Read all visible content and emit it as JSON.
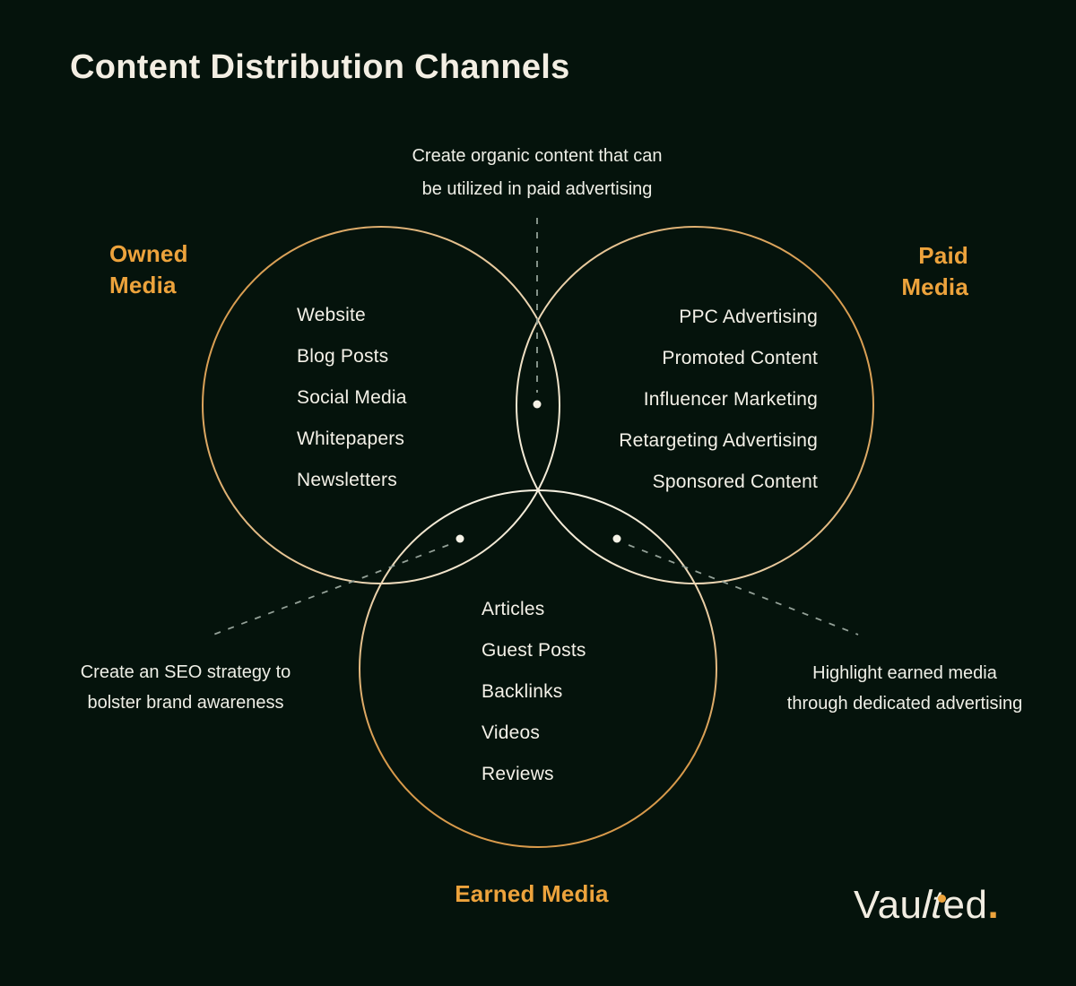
{
  "page": {
    "title": "Content Distribution Channels"
  },
  "colors": {
    "background": "#05130C",
    "accent_orange": "#EDA33C",
    "title_cream": "#F3EEE3",
    "list_text": "#F4F1E8",
    "circle_gradient_orange": "#D89A4B",
    "circle_gradient_cream": "#F5EFDF",
    "connector_dash": "#93A097"
  },
  "venn": {
    "owned": {
      "label_lines": [
        "Owned",
        "Media"
      ],
      "items": [
        "Website",
        "Blog Posts",
        "Social Media",
        "Whitepapers",
        "Newsletters"
      ]
    },
    "paid": {
      "label_lines": [
        "Paid",
        "Media"
      ],
      "items": [
        "PPC Advertising",
        "Promoted Content",
        "Influencer Marketing",
        "Retargeting Advertising",
        "Sponsored Content"
      ]
    },
    "earned": {
      "label": "Earned Media",
      "items": [
        "Articles",
        "Guest Posts",
        "Backlinks",
        "Videos",
        "Reviews"
      ]
    }
  },
  "annotations": {
    "top_lines": [
      "Create organic content that can",
      "be utilized in paid advertising"
    ],
    "left_lines": [
      "Create an SEO strategy to",
      "bolster brand awareness"
    ],
    "right_lines": [
      "Highlight earned media",
      "through dedicated advertising"
    ]
  },
  "logo": {
    "part1": "Vau",
    "part2": "lt",
    "part3": "ed",
    "period": "."
  }
}
